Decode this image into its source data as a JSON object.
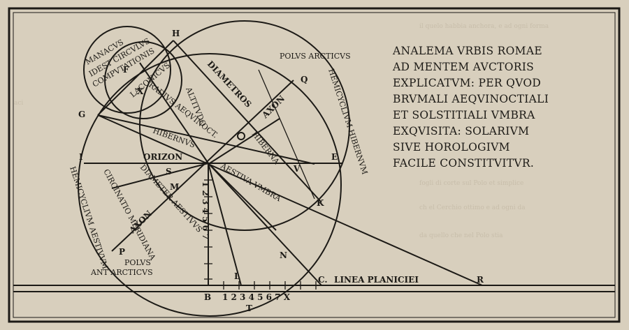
{
  "caption": {
    "lines": [
      "ANALEMA VRBIS ROMAE",
      "AD MENTEM AVCTORIS",
      "EXPLICATVM: PER QVOD",
      "BRVMALI AEQVINOCTIALI",
      "ET SOLSTITIALI VMBRA",
      "EXQVISITA: SOLARIVM",
      "SIVE HOROLOGIVM",
      "FACILE CONSTITVITVR."
    ]
  },
  "diagram": {
    "points": {
      "H": "H",
      "G": "G",
      "I": "I",
      "E": "E",
      "K": "K",
      "V": "V",
      "Q": "Q",
      "S": "S",
      "M": "M",
      "P": "P",
      "N": "N",
      "L": "L",
      "C": "C.",
      "B": "B",
      "R": "R",
      "T": "T",
      "X": "X",
      "F": "F"
    },
    "labels": {
      "menacus": "MANACVS",
      "idest_circulus": "IDEST CIRCVLVS",
      "computationis": "COMPVTATIONIS",
      "laconicus": "LACONICVS",
      "radius_aequinoct": "RADIVS AEQVINOCT.",
      "altitudo": "ALTITVDO",
      "diametros": "DIAMETROS",
      "axon_top": "AXON",
      "hibernus": "HIBERNVS",
      "hiberna": "HIBERNA",
      "polus_arcticus": "POLVS ARCTICVS",
      "hemicyclium_hibernum": "HEMICYCLIVM HIBERNVM",
      "orizon": "ORIZON",
      "aestiva_umbra": "AESTIVA VMBRA",
      "diameter_aestivus": "DIAMETER AESTIVVS",
      "circinatio_meridiana": "CIRCINATIO MERIDIANA",
      "axon_bottom": "AXON",
      "hemicyclium_aestivum": "HEMICYCLIVM AESTIVVM",
      "polus_ant_arcticus_1": "POLVS",
      "polus_ant_arcticus_2": "ANT ARCTICVS",
      "linea_planiciei": "LINEA PLANICIEI",
      "scale_vertical": "1 2 3 4 5 6 7",
      "scale_horizontal": "1 2 3 4 5 6 7 X"
    },
    "ticks_vertical": [
      "I",
      "2",
      "3",
      "4",
      "5",
      "6",
      "7"
    ],
    "ticks_horizontal": [
      "2",
      "3",
      "4",
      "5",
      "6",
      "7",
      "X"
    ]
  }
}
